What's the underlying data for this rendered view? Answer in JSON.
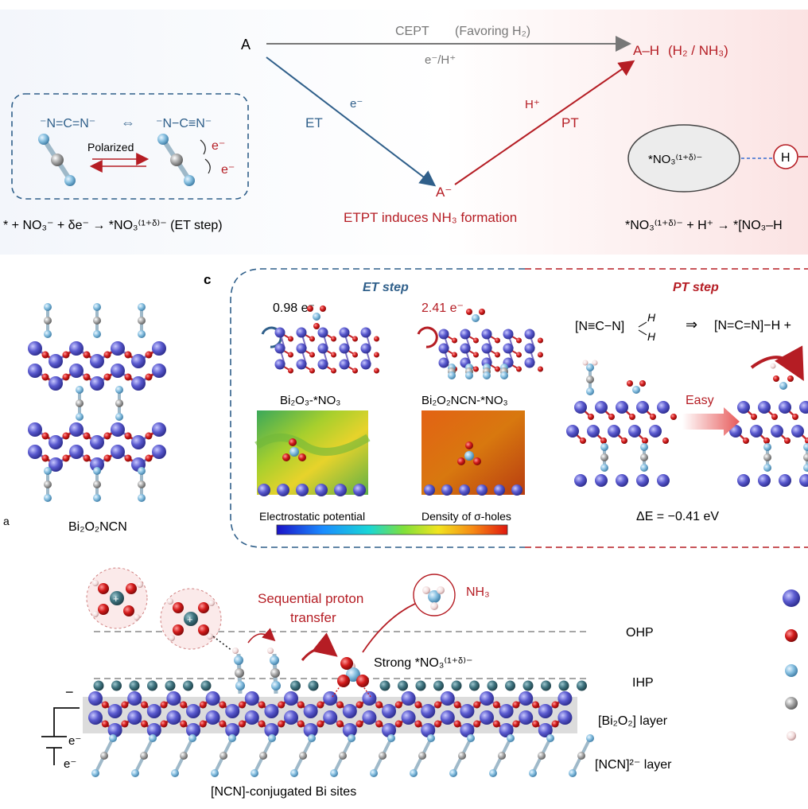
{
  "top_panel": {
    "node_A": "A",
    "node_AH": "A–H",
    "node_AH_products": "(H₂ / NH₃)",
    "node_Am": "A⁻",
    "cept_label": "CEPT",
    "cept_note": "(Favoring H₂)",
    "cept_sub": "e⁻/H⁺",
    "et_label": "ET",
    "et_electron": "e⁻",
    "pt_label": "PT",
    "pt_proton": "H⁺",
    "etpt_caption": "ETPT induces NH₃ formation",
    "resonance_left": "⁻N=C=N⁻",
    "resonance_symbol": "⇔",
    "resonance_right": "⁻N−C≡N⁻",
    "polarized_label": "Polarized",
    "electron_1": "e⁻",
    "electron_2": "e⁻",
    "et_equation": "* + NO₃⁻ + δe⁻ → *NO₃⁽¹⁺ᵟ⁾⁻   (ET step)",
    "ellipse_label": "*NO₃⁽¹⁺ᵟ⁾⁻",
    "h_circle": "H",
    "pt_equation": "*NO₃⁽¹⁺ᵟ⁾⁻ + H⁺ → *[NO₃–H"
  },
  "middle_panel": {
    "partial_letter": "a",
    "structure_label": "Bi₂O₂NCN",
    "panel_letter": "c",
    "et_step_title": "ET step",
    "pt_step_title": "PT step",
    "charge_1": "0.98 e⁻",
    "charge_2": "2.41 e⁻",
    "model_1": "Bi₂O₃-*NO₃",
    "model_2": "Bi₂O₂NCN-*NO₃",
    "colorbar_left": "Electrostatic potential",
    "colorbar_right": "Density of σ-holes",
    "pt_formula_left": "[N≡C−N]",
    "pt_arrow": "⇒",
    "pt_formula_right": "[N=C=N]−H  +",
    "easy_label": "Easy",
    "delta_e": "ΔE = −0.41 eV"
  },
  "bottom_panel": {
    "sequential_line1": "Sequential proton",
    "sequential_line2": "transfer",
    "nh3_label": "NH₃",
    "strong_label": "Strong *NO₃⁽¹⁺ᵟ⁾⁻",
    "ohp": "OHP",
    "ihp": "IHP",
    "bi2o2_layer": "[Bi₂O₂] layer",
    "ncn_layer": "[NCN]²⁻ layer",
    "conjugated_sites": "[NCN]-conjugated Bi sites",
    "minus_sign": "−",
    "electron_a": "e⁻",
    "electron_b": "e⁻"
  },
  "colors": {
    "blue": "#2f5f8a",
    "red": "#b51d24",
    "bi_atom": "#5a5acf",
    "o_atom": "#d21a1a",
    "n_atom": "#86bfe0",
    "c_atom": "#a8a8a8"
  }
}
